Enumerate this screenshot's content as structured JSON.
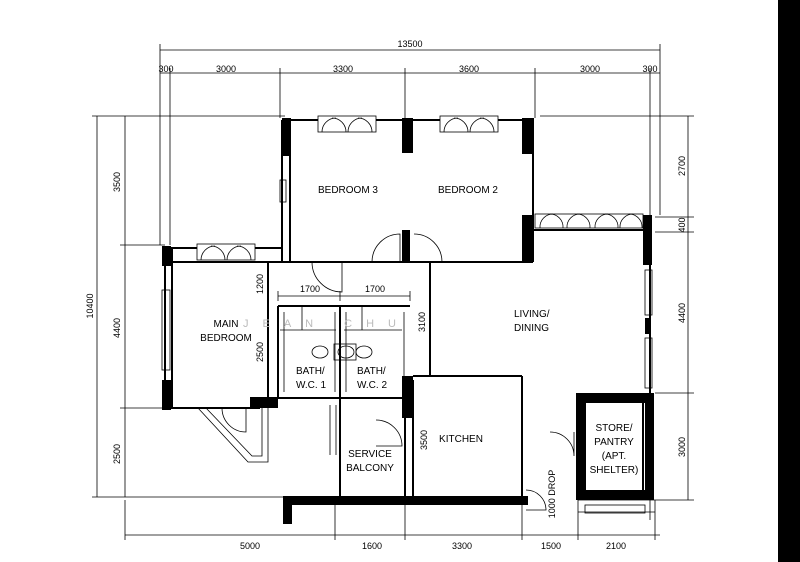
{
  "dimensions": {
    "top_total": "13500",
    "top": [
      "300",
      "3000",
      "3300",
      "3600",
      "3000",
      "300"
    ],
    "bottom": [
      "5000",
      "1600",
      "3300",
      "1500",
      "2100"
    ],
    "left_total": "10400",
    "left": [
      "3500",
      "4400",
      "2500"
    ],
    "right": [
      "2700",
      "400",
      "4400",
      "3000"
    ],
    "interior": {
      "bath1_width": "1700",
      "bath2_width": "1700",
      "corridor_1200": "1200",
      "main_bed_2500": "2500",
      "living_3100": "3100",
      "kitchen_3500": "3500",
      "drop": "1000 DROP"
    }
  },
  "rooms": {
    "bedroom3": "BEDROOM 3",
    "bedroom2": "BEDROOM 2",
    "main_bedroom": [
      "MAIN",
      "BEDROOM"
    ],
    "living": [
      "LIVING/",
      "DINING"
    ],
    "bath1": [
      "BATH/",
      "W.C. 1"
    ],
    "bath2": [
      "BATH/",
      "W.C. 2"
    ],
    "service_balcony": [
      "SERVICE",
      "BALCONY"
    ],
    "kitchen": "KITCHEN",
    "store": [
      "STORE/",
      "PANTRY",
      "(APT.",
      "SHELTER)"
    ]
  },
  "watermark": "JEAN CHU"
}
